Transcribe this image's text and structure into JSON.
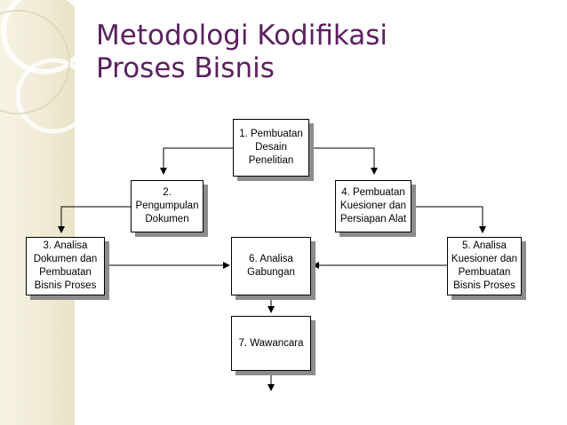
{
  "slide": {
    "title_line1": "Metodologi Kodifikasi",
    "title_line2": "Proses Bisnis"
  },
  "diagram": {
    "nodes": [
      {
        "id": "n1",
        "label": "1. Pembuatan\nDesain\nPenelitian"
      },
      {
        "id": "n2",
        "label": "2.\nPengumpulan\nDokumen"
      },
      {
        "id": "n3",
        "label": "3. Analisa\nDokumen dan\nPembuatan\nBisnis Proses"
      },
      {
        "id": "n4",
        "label": "4. Pembuatan\nKuesioner dan\nPersiapan Alat"
      },
      {
        "id": "n5",
        "label": "5. Analisa\nKuesioner dan\nPembuatan\nBisnis Proses"
      },
      {
        "id": "n6",
        "label": "6. Analisa\nGabungan"
      },
      {
        "id": "n7",
        "label": "7. Wawancara"
      }
    ],
    "edges": [
      {
        "from": "n1",
        "to": "n2"
      },
      {
        "from": "n1",
        "to": "n4"
      },
      {
        "from": "n2",
        "to": "n3"
      },
      {
        "from": "n4",
        "to": "n5"
      },
      {
        "from": "n3",
        "to": "n6"
      },
      {
        "from": "n5",
        "to": "n6"
      },
      {
        "from": "n6",
        "to": "n7"
      }
    ]
  }
}
